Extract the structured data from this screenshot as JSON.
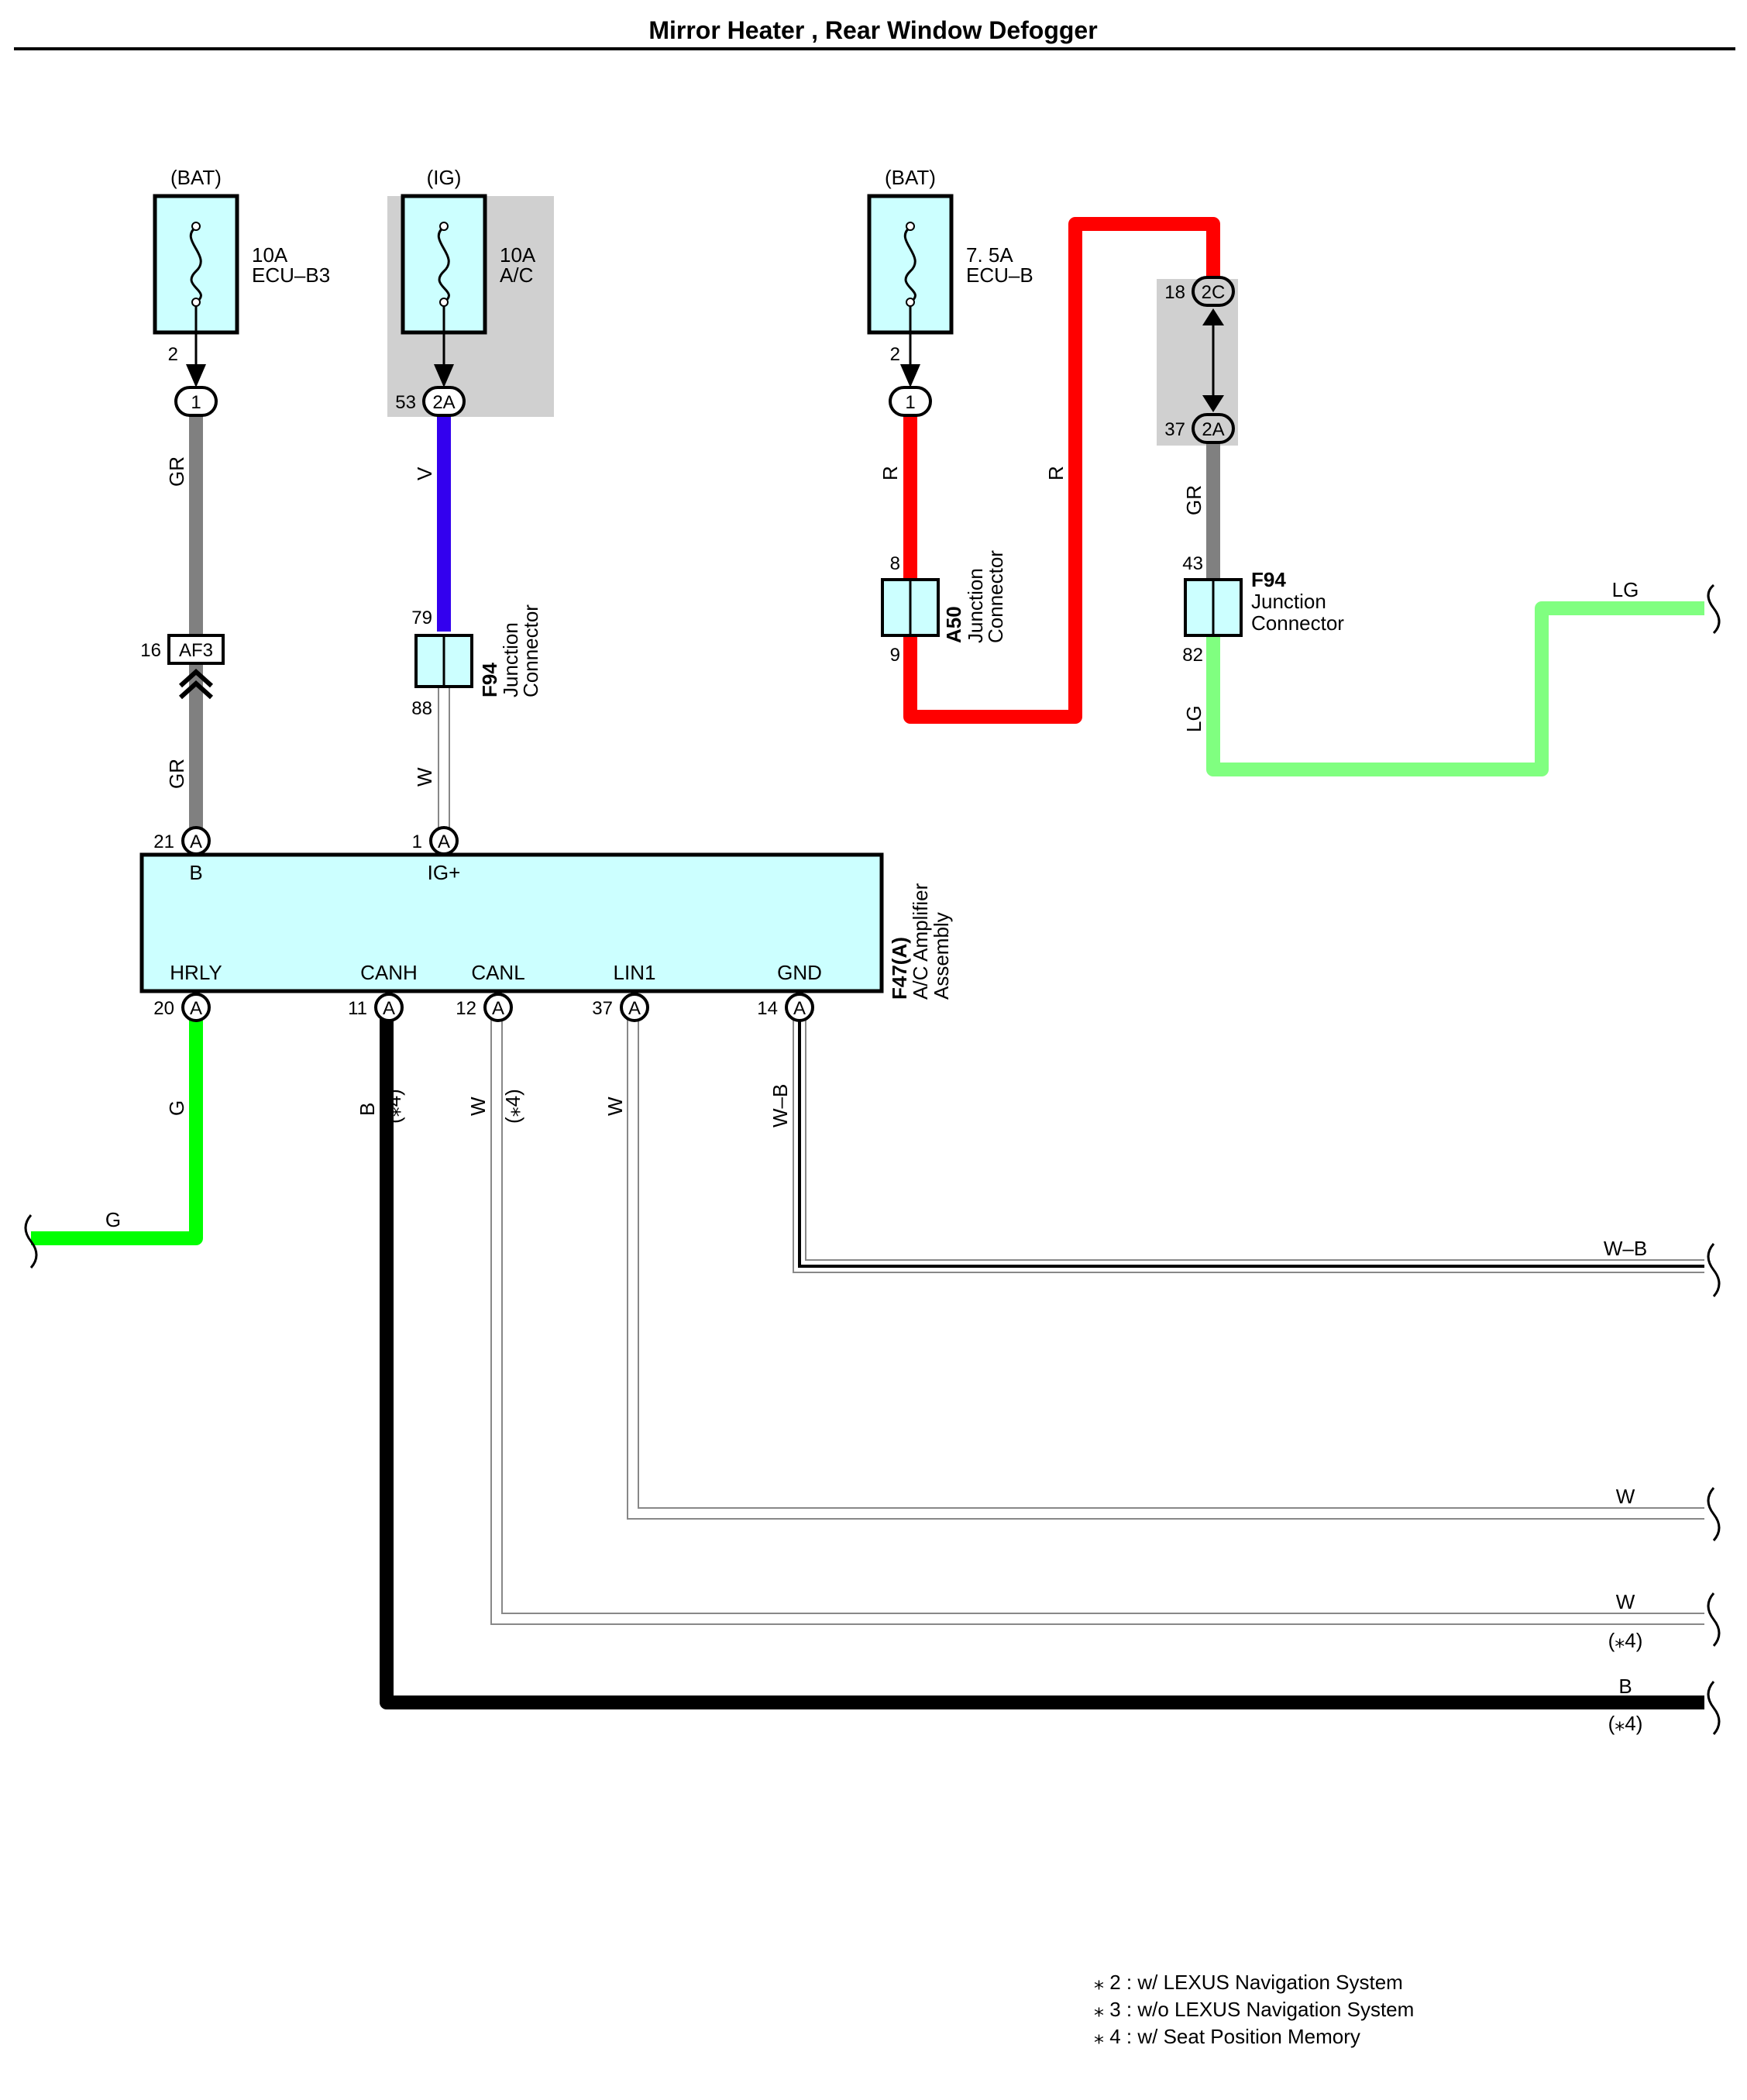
{
  "title": "Mirror Heater , Rear Window Defogger",
  "colors": {
    "gray": "#808080",
    "violet": "#3300ee",
    "red": "#ff0000",
    "light_green": "#80ff80",
    "green": "#00ff00",
    "black": "#000000",
    "white_wire_outline": "#888888",
    "fuse_fill": "#ccffff",
    "shade": "#d0d0d0",
    "ecu_fill": "#ccffff"
  },
  "fuses": [
    {
      "source": "(BAT)",
      "rating": "10A",
      "name": "ECU–B3",
      "pin": "2",
      "conn_pin": "1"
    },
    {
      "source": "(IG)",
      "rating": "10A",
      "name": "A/C",
      "pin": "53",
      "conn_pin": "2A"
    },
    {
      "source": "(BAT)",
      "rating": "7. 5A",
      "name": "ECU–B",
      "pin": "2",
      "conn_pin": "1"
    }
  ],
  "wires": {
    "gr": "GR",
    "v": "V",
    "w": "W",
    "r": "R",
    "lg": "LG",
    "g": "G",
    "b": "B",
    "wb": "W–B",
    "star4": "(⁎4)"
  },
  "connectors": {
    "af3": {
      "id": "AF3",
      "pin": "16"
    },
    "j79": {
      "id": "F94",
      "name1": "Junction",
      "name2": "Connector",
      "pin_top": "79",
      "pin_bot": "88"
    },
    "a50": {
      "id": "A50",
      "name1": "Junction",
      "name2": "Connector",
      "pin_top": "8",
      "pin_bot": "9"
    },
    "j43": {
      "id": "F94",
      "name1": "Junction",
      "name2": "Connector",
      "pin_top": "43",
      "pin_bot": "82"
    },
    "c2": {
      "top_pin": "18",
      "top_id": "2C",
      "bot_pin": "37",
      "bot_id": "2A"
    }
  },
  "ecu": {
    "id": "F47(A)",
    "name1": "A/C Amplifier",
    "name2": "Assembly",
    "top_pins": [
      {
        "num": "21",
        "label": "B",
        "conn": "A"
      },
      {
        "num": "1",
        "label": "IG+",
        "conn": "A"
      }
    ],
    "bottom_pins": [
      {
        "num": "20",
        "label": "HRLY",
        "conn": "A"
      },
      {
        "num": "11",
        "label": "CANH",
        "conn": "A"
      },
      {
        "num": "12",
        "label": "CANL",
        "conn": "A"
      },
      {
        "num": "37",
        "label": "LIN1",
        "conn": "A"
      },
      {
        "num": "14",
        "label": "GND",
        "conn": "A"
      }
    ]
  },
  "notes": [
    "⁎ 2 : w/ LEXUS Navigation System",
    "⁎ 3 : w/o LEXUS Navigation System",
    "⁎ 4 : w/ Seat Position Memory"
  ]
}
